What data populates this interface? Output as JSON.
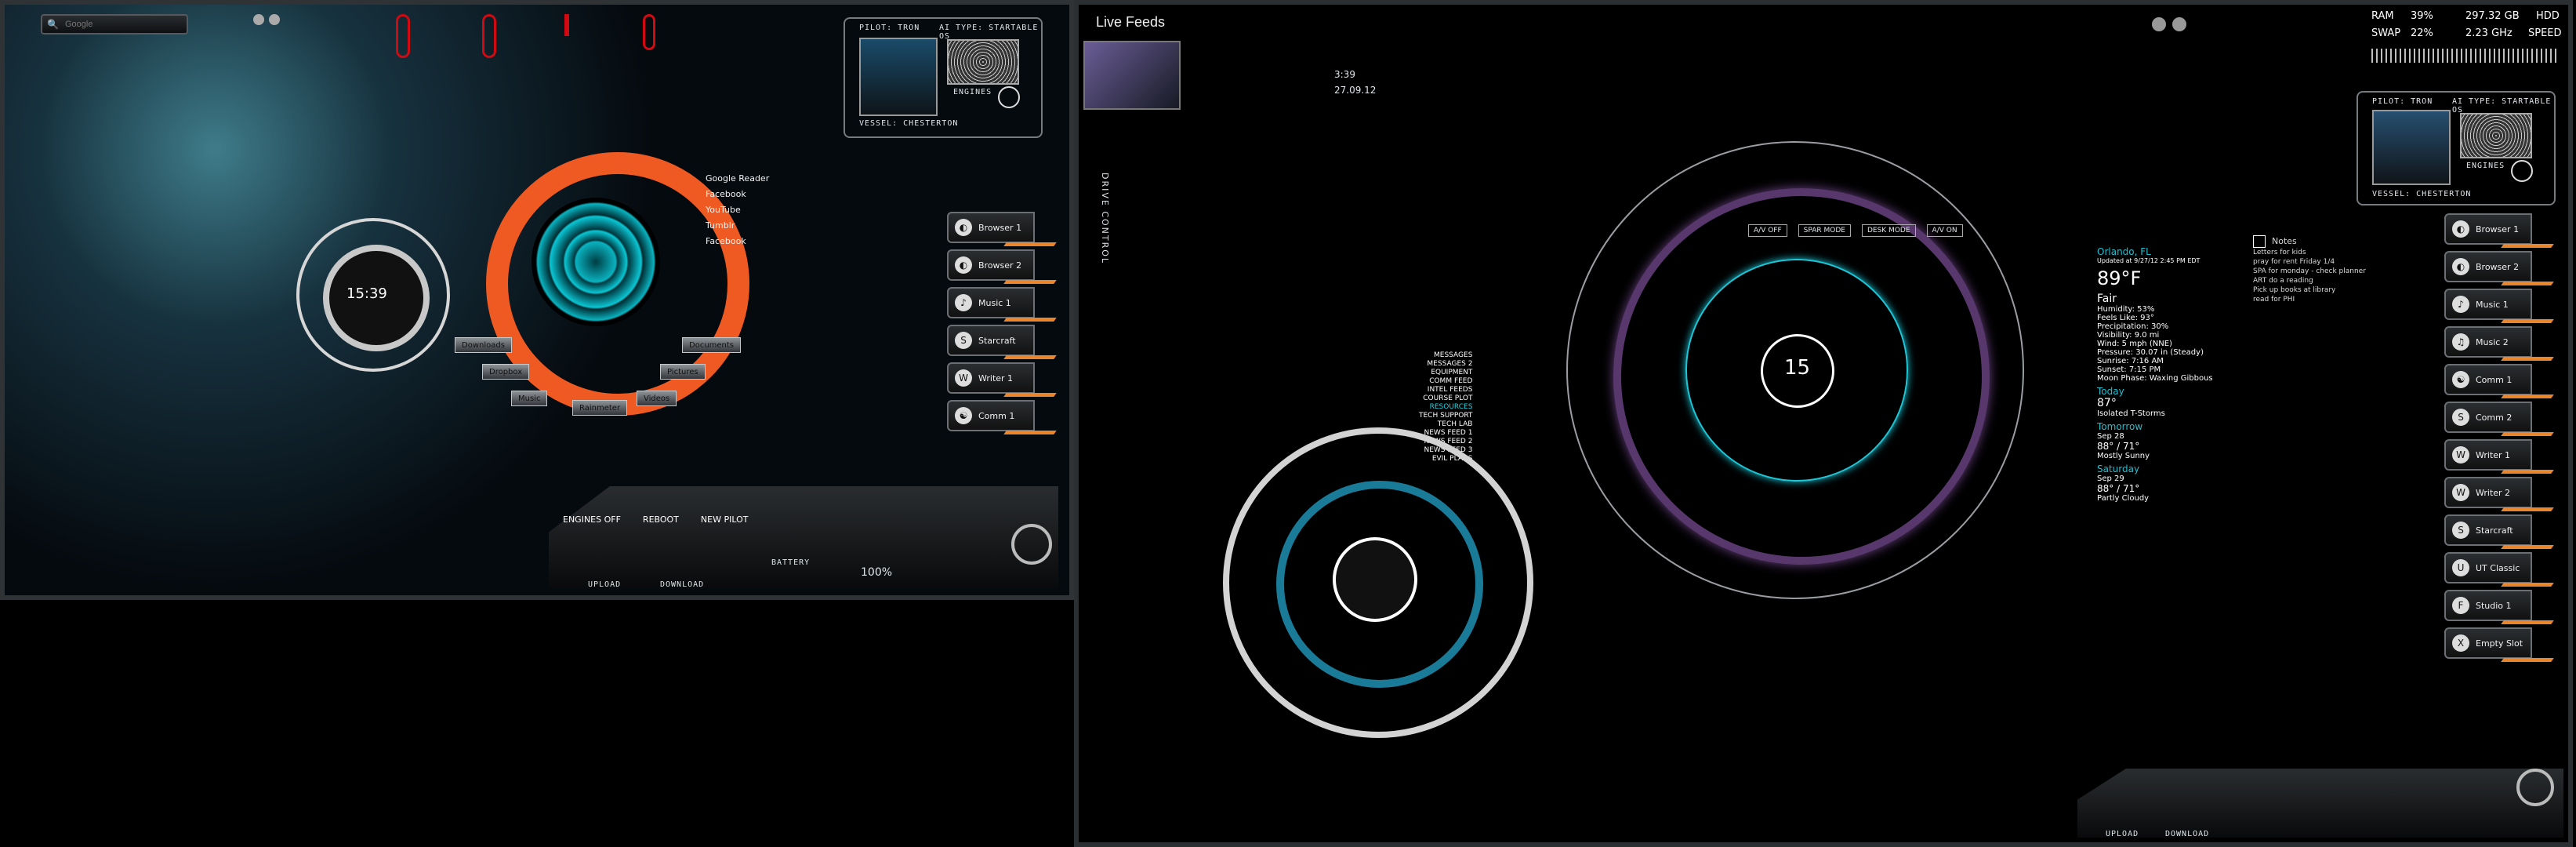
{
  "left_desktop": {
    "search_placeholder": "Google",
    "clock": "15:39",
    "bottom_commands": [
      "ENGINES OFF",
      "REBOOT",
      "NEW PILOT"
    ],
    "status_labels": {
      "upload": "UPLOAD",
      "download": "DOWNLOAD",
      "battery": "BATTERY",
      "battery_pct": "100%"
    },
    "social_links": [
      "Google Reader",
      "Facebook",
      "YouTube",
      "Tumblr",
      "Facebook"
    ],
    "folder_buttons": [
      "Downloads",
      "Dropbox",
      "Music",
      "Rainmeter",
      "Videos",
      "Pictures",
      "Documents"
    ],
    "pilot": {
      "pilot_label": "PILOT: TRON",
      "ai_type": "AI TYPE: STARTABLE OS",
      "vessel": "VESSEL: CHESTERTON",
      "engines": "ENGINES"
    },
    "sidebar_buttons": [
      "Browser 1",
      "Browser 2",
      "Music 1",
      "Starcraft",
      "Writer 1",
      "Comm 1"
    ]
  },
  "right_desktop": {
    "title": "Live Feeds",
    "stats": {
      "ram_label": "RAM",
      "ram_value": "39%",
      "hdd_free": "297.32 GB",
      "hdd_label": "HDD",
      "swap_label": "SWAP",
      "swap_value": "22%",
      "cpu_speed": "2.23 GHz",
      "speed_label": "SPEED"
    },
    "time_small": "3:39",
    "date_small": "27.09.12",
    "weather": {
      "location": "Orlando, FL",
      "updated": "Updated at 9/27/12 2:45 PM EDT",
      "temp": "89°F",
      "condition": "Fair",
      "details": [
        "Humidity: 53%",
        "Feels Like: 93°",
        "Precipitation: 30%",
        "Visibility: 9.0 mi",
        "Wind: 5 mph (NNE)",
        "Pressure: 30.07 in (Steady)",
        "Sunrise: 7:16 AM",
        "Sunset: 7:15 PM",
        "Moon Phase: Waxing Gibbous"
      ],
      "today_label": "Today",
      "today_temp": "87°",
      "today_desc": "Isolated T-Storms",
      "tomorrow_label": "Tomorrow",
      "tomorrow_date": "Sep 28",
      "tomorrow_temp": "88° / 71°",
      "tomorrow_desc": "Mostly Sunny",
      "saturday_label": "Saturday",
      "saturday_date": "Sep 29",
      "saturday_temp": "88° / 71°",
      "saturday_desc": "Partly Cloudy"
    },
    "notes": {
      "title": "Notes",
      "items": [
        "Letters for kids",
        "pray for rent Friday 1/4",
        "SPA for monday - check planner",
        "ART do a reading",
        "Pick up books at library",
        "read for PHI"
      ]
    },
    "center_clock": "15",
    "hud_menu": [
      "MESSAGES",
      "MESSAGES 2",
      "EQUIPMENT",
      "COMM FEED",
      "INTEL FEEDS",
      "COURSE PLOT",
      "RESOURCES",
      "TECH SUPPORT",
      "TECH LAB",
      "NEWS FEED 1",
      "NEWS FEED 2",
      "NEWS FEED 3",
      "EVIL PLANS"
    ],
    "hud_buttons_top": [
      "A/V OFF",
      "SPAR MODE",
      "DESK MODE",
      "A/V ON"
    ],
    "sidebar_buttons": [
      "Browser 1",
      "Browser 2",
      "Music 1",
      "Music 2",
      "Comm 1",
      "Comm 2",
      "Writer 1",
      "Writer 2",
      "Starcraft",
      "UT Classic",
      "Studio 1",
      "Empty Slot"
    ],
    "pilot": {
      "pilot_label": "PILOT: TRON",
      "ai_type": "AI TYPE: STARTABLE OS",
      "vessel": "VESSEL: CHESTERTON",
      "engines": "ENGINES"
    },
    "side_label": "DRIVE CONTROL",
    "upload": "UPLOAD",
    "download": "DOWNLOAD"
  },
  "colors": {
    "accent_orange": "#e9852c",
    "accent_cyan": "#18c9d6",
    "accent_violet": "#c37bf0"
  }
}
